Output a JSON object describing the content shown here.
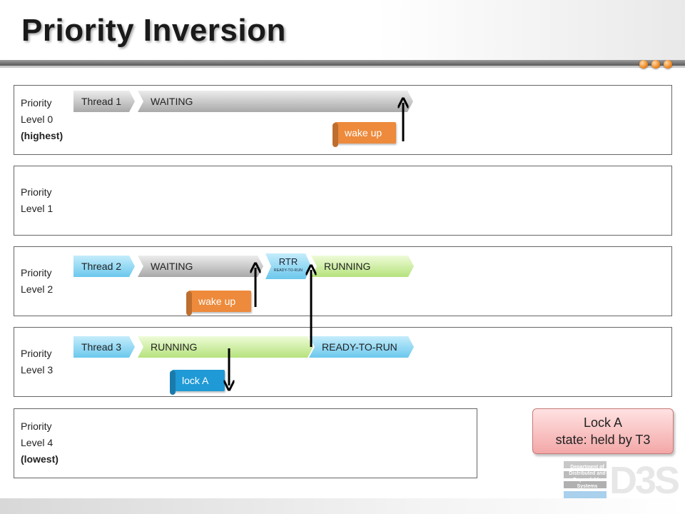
{
  "slide": {
    "title": "Priority Inversion"
  },
  "lanes": [
    {
      "label_line1": "Priority",
      "label_line2": "Level 0",
      "label_line3": "(highest)"
    },
    {
      "label_line1": "Priority",
      "label_line2": "Level 1",
      "label_line3": ""
    },
    {
      "label_line1": "Priority",
      "label_line2": "Level 2",
      "label_line3": ""
    },
    {
      "label_line1": "Priority",
      "label_line2": "Level 3",
      "label_line3": ""
    },
    {
      "label_line1": "Priority",
      "label_line2": "Level 4",
      "label_line3": "(lowest)"
    }
  ],
  "threads": {
    "thread1": {
      "name": "Thread 1",
      "states": [
        "WAITING"
      ]
    },
    "thread2": {
      "name": "Thread 2",
      "states": [
        "WAITING",
        "RTR",
        "RUNNING"
      ],
      "rtr_small": "READY-TO-RUN"
    },
    "thread3": {
      "name": "Thread 3",
      "states": [
        "RUNNING",
        "READY-TO-RUN"
      ]
    }
  },
  "events": {
    "wake_up_1": "wake up",
    "wake_up_2": "wake up",
    "lock_a": "lock A"
  },
  "lock_box": {
    "line1": "Lock A",
    "line2": "state: held by T3"
  },
  "logo": {
    "text": "Department of Distributed and Dependable Systems",
    "mark": "D3S"
  },
  "colors": {
    "thread_label": "#6cc8ed",
    "waiting": "#a9a9a9",
    "running": "#b5e27c",
    "ready_to_run": "#6cc8ed",
    "wake_up_event": "#ed8a3b",
    "lock_event": "#1f9ad6",
    "lock_box": "#f3a7a7",
    "accent_dots": "#f08a24"
  }
}
